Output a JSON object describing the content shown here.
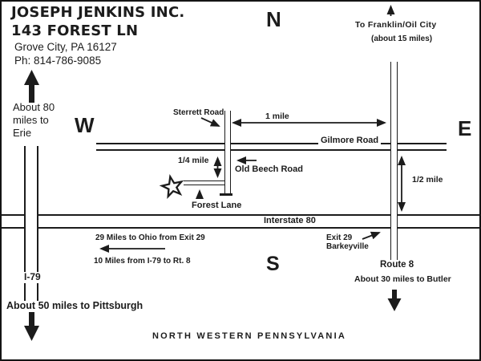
{
  "header": {
    "company": "JOSEPH JENKINS INC.",
    "address": "143 FOREST LN",
    "city": "Grove City, PA 16127",
    "phone": "Ph: 814-786-9085"
  },
  "compass": {
    "north": "N",
    "west": "W",
    "east": "E",
    "south": "S"
  },
  "roads": {
    "sterrett": "Sterrett Road",
    "gilmore": "Gilmore Road",
    "old_beech": "Old Beech Road",
    "forest_lane": "Forest Lane",
    "interstate_80": "Interstate 80",
    "i79": "I-79",
    "route_8": "Route 8"
  },
  "distances": {
    "one_mile": "1 mile",
    "quarter_mile": "1/4 mile",
    "half_mile": "1/2 mile"
  },
  "directions": {
    "franklin": "To Franklin/Oil City",
    "franklin_detail": "(about 15 miles)",
    "erie": "About 80\nmiles to\nErie",
    "ohio": "29 Miles to Ohio from Exit 29",
    "rt8": "10 Miles from I-79 to Rt. 8",
    "exit29": "Exit 29\nBarkeyville",
    "butler": "About 30 miles to Butler",
    "pittsburgh": "About 50 miles to Pittsburgh"
  },
  "footer": {
    "region": "NORTH WESTERN PENNSYLVANIA"
  },
  "icons": {
    "destination_star": "☆"
  },
  "colors": {
    "ink": "#1c1c1c",
    "background": "#ffffff"
  }
}
